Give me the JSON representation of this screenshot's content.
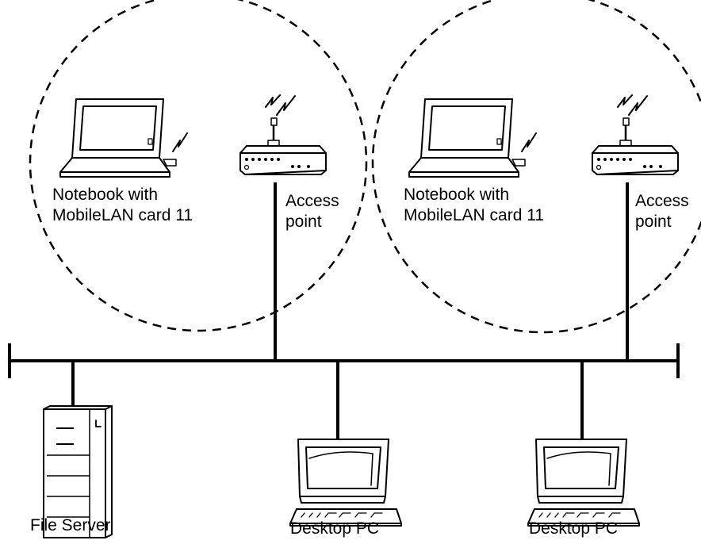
{
  "cells": [
    {
      "notebook_label": [
        "Notebook with",
        "MobileLAN card 11"
      ],
      "access_point_label": [
        "Access",
        "point"
      ]
    },
    {
      "notebook_label": [
        "Notebook with",
        "MobileLAN card 11"
      ],
      "access_point_label": [
        "Access",
        "point"
      ]
    }
  ],
  "file_server_label": "File Server",
  "desktops": [
    {
      "label": "Desktop PC"
    },
    {
      "label": "Desktop PC"
    }
  ],
  "style": {
    "line_color": "#000000",
    "background": "#ffffff"
  }
}
